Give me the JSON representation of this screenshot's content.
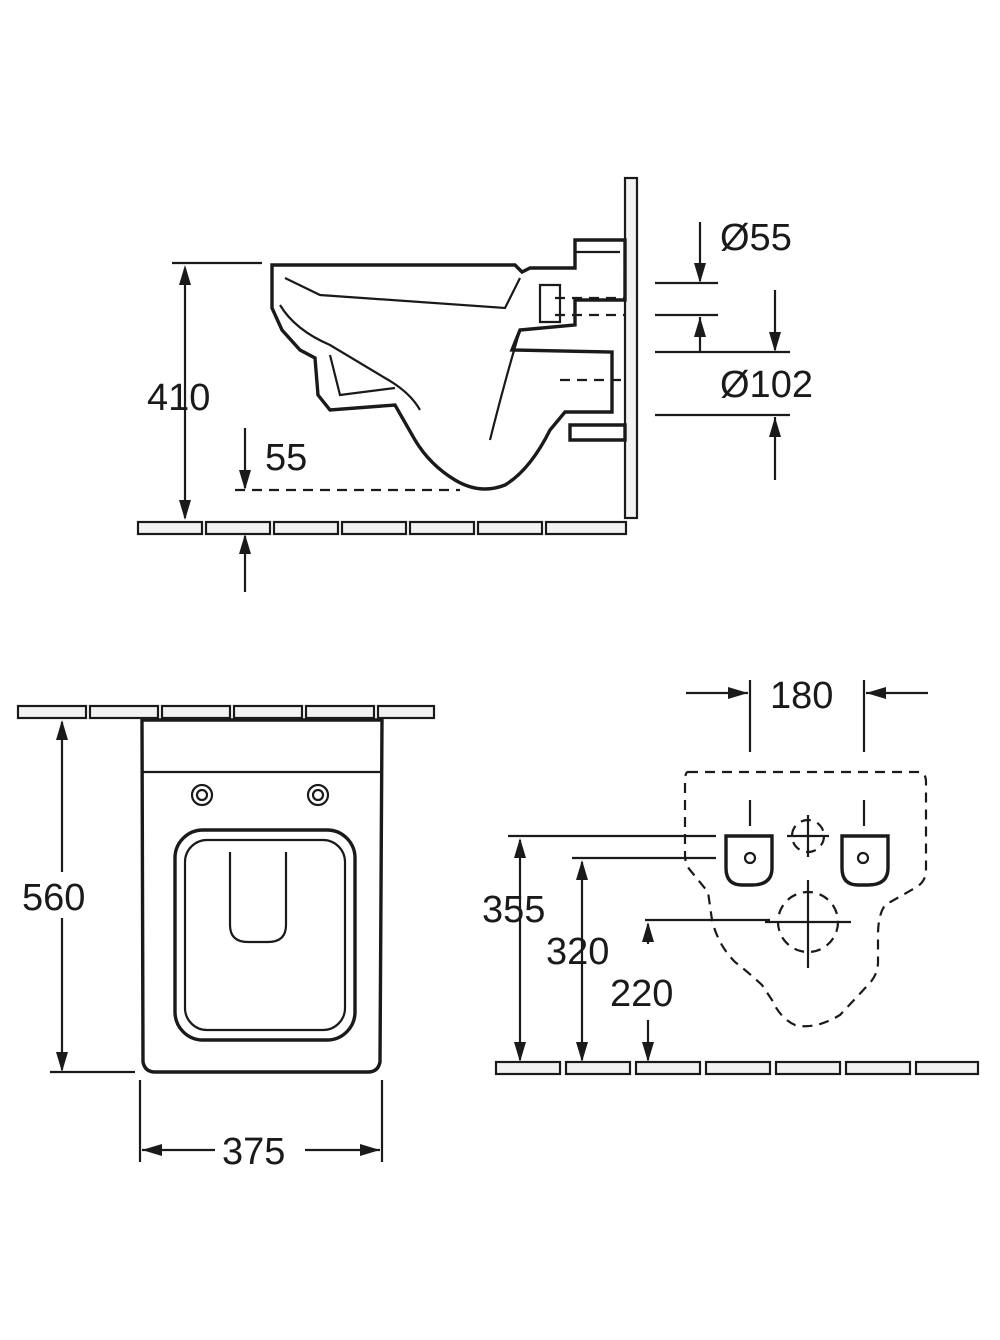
{
  "side_view": {
    "height_total": "410",
    "floor_clearance": "55",
    "inlet_diameter": "Ø55",
    "outlet_diameter": "Ø102"
  },
  "front_view": {
    "depth": "560",
    "width": "375"
  },
  "wall_view": {
    "bolt_spacing": "180",
    "bolt_height": "355",
    "inlet_height": "320",
    "outlet_height": "220"
  }
}
